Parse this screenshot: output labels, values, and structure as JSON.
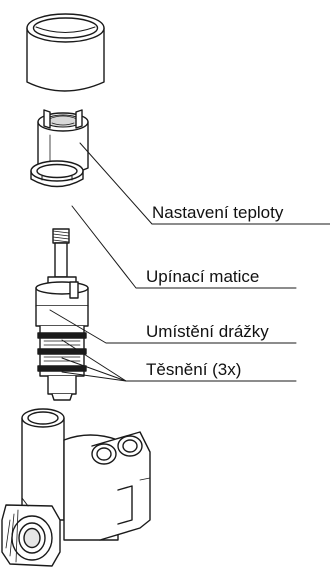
{
  "labels": {
    "temperature_setting": "Nastavení teploty",
    "clamp_nut": "Upínací matice",
    "groove_position": "Umístění drážky",
    "seals": "Těsnění (3x)"
  }
}
